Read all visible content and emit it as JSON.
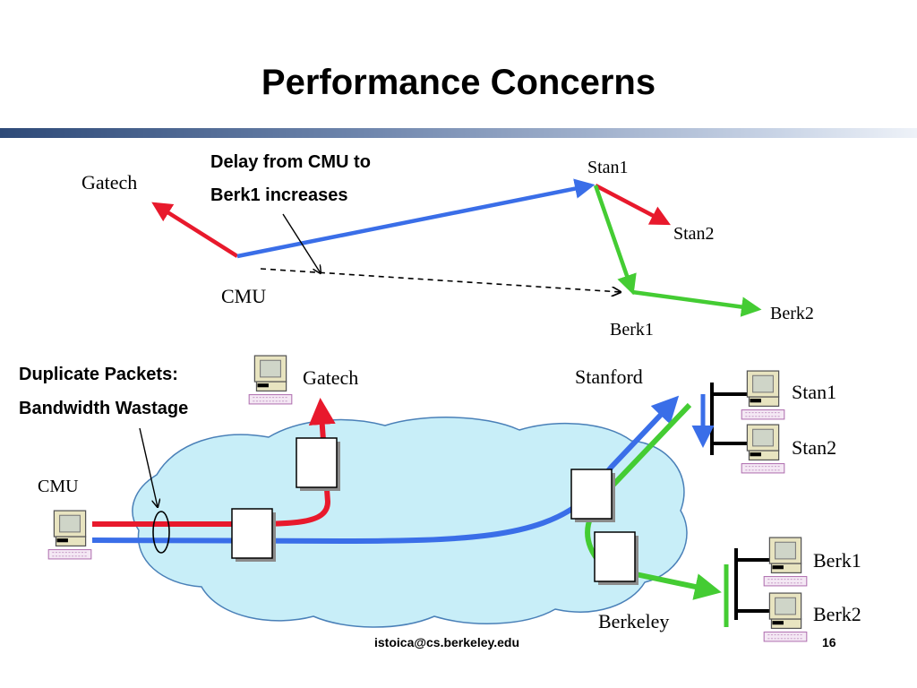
{
  "title": "Performance Concerns",
  "top_diagram": {
    "annotation_line1": "Delay from CMU to",
    "annotation_line2": "Berk1 increases",
    "nodes": {
      "gatech": "Gatech",
      "cmu": "CMU",
      "stan1": "Stan1",
      "stan2": "Stan2",
      "berk1": "Berk1",
      "berk2": "Berk2"
    }
  },
  "bottom_diagram": {
    "annotation_line1": "Duplicate Packets:",
    "annotation_line2": "Bandwidth Wastage",
    "sites": {
      "gatech": "Gatech",
      "cmu": "CMU",
      "stanford": "Stanford",
      "berkeley": "Berkeley"
    },
    "hosts": {
      "stan1": "Stan1",
      "stan2": "Stan2",
      "berk1": "Berk1",
      "berk2": "Berk2"
    }
  },
  "colors": {
    "red": "#e8192c",
    "blue": "#3a6ee8",
    "green": "#44cc33",
    "cloud": "#c8eef8"
  },
  "footer": {
    "email": "istoica@cs.berkeley.edu",
    "page_number": "16"
  }
}
